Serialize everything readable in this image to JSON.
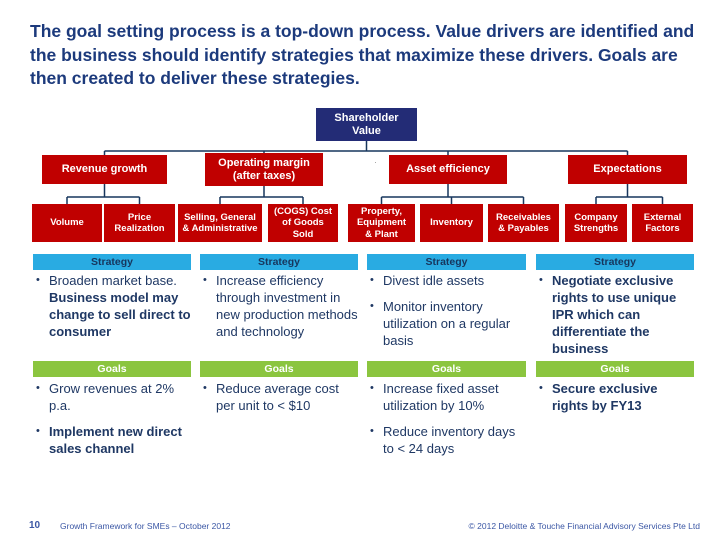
{
  "title": "The goal setting process is a top-down process. Value drivers are identified and the business should identify strategies that maximize these drivers. Goals are then created to deliver these strategies.",
  "bullet_char": "•",
  "stray_dot": "·",
  "colors": {
    "box_red": "#c00000",
    "root_navy": "#232c76",
    "strategy_blue": "#29abe2",
    "goals_green": "#8bc53f",
    "text_navy": "#1f3864",
    "connector_navy": "#17365d"
  },
  "labels": {
    "strategy": "Strategy",
    "goals": "Goals"
  },
  "diagram": {
    "root_label": "Shareholder\nValue",
    "drivers": [
      {
        "label": "Revenue growth"
      },
      {
        "label": "Operating margin\n(after taxes)"
      },
      {
        "label": "Asset efficiency"
      },
      {
        "label": "Expectations"
      }
    ],
    "subdrivers": [
      {
        "label": "Volume"
      },
      {
        "label": "Price\nRealization"
      },
      {
        "label": "Selling, General\n& Administrative"
      },
      {
        "label": "(COGS) Cost\nof Goods\nSold"
      },
      {
        "label": "Property,\nEquipment\n& Plant"
      },
      {
        "label": "Inventory"
      },
      {
        "label": "Receivables\n& Payables"
      },
      {
        "label": "Company\nStrengths"
      },
      {
        "label": "External\nFactors"
      }
    ]
  },
  "columns": [
    {
      "strategy": [
        {
          "text": "Broaden market base. ",
          "bold": "Business model may change to sell direct to consumer"
        }
      ],
      "goals": [
        {
          "text": "Grow revenues at 2% p.a.",
          "bold": ""
        },
        {
          "text": "",
          "bold": "Implement new direct sales channel"
        }
      ]
    },
    {
      "strategy": [
        {
          "text": "Increase efficiency through investment in new production methods and technology",
          "bold": ""
        }
      ],
      "goals": [
        {
          "text": "Reduce average cost per unit to < $10",
          "bold": ""
        }
      ]
    },
    {
      "strategy": [
        {
          "text": "Divest idle assets",
          "bold": ""
        },
        {
          "text": "Monitor inventory utilization on a regular basis",
          "bold": ""
        }
      ],
      "goals": [
        {
          "text": "Increase fixed asset utilization by 10%",
          "bold": ""
        },
        {
          "text": "Reduce inventory days to < 24 days",
          "bold": ""
        }
      ]
    },
    {
      "strategy": [
        {
          "text": "",
          "bold": "Negotiate exclusive rights to use unique IPR which can differentiate the business"
        }
      ],
      "goals": [
        {
          "text": "",
          "bold": "Secure exclusive rights by FY13"
        }
      ]
    }
  ],
  "footer": {
    "page_number": "10",
    "left_text": "Growth Framework for SMEs – October 2012",
    "right_text": "© 2012 Deloitte & Touche Financial Advisory Services Pte Ltd"
  }
}
